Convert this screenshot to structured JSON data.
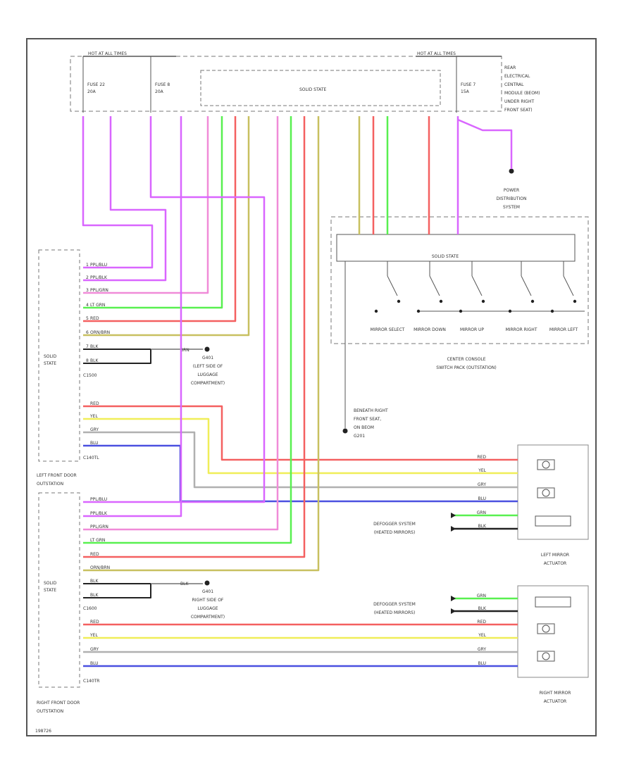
{
  "top": {
    "hot_at_all_times": "HOT AT ALL TIMES",
    "hot_at_all_times_2": "HOT AT ALL TIMES",
    "fuse_a": "FUSE 22",
    "fuse_a_rating": "20A",
    "fuse_b": "FUSE 8",
    "fuse_b_rating": "20A",
    "fuse_c": "FUSE 7",
    "fuse_c_rating": "15A",
    "solid_state": "SOLID STATE",
    "rear_electrical_module": [
      "REAR",
      "ELECTRICAL",
      "CENTRAL",
      "MODULE (BEOM)",
      "UNDER RIGHT",
      "FRONT SEAT)"
    ]
  },
  "power_distribution": [
    "POWER",
    "DISTRIBUTION",
    "SYSTEM"
  ],
  "console": {
    "solid_state": "SOLID STATE",
    "buttons": [
      "MIRROR SELECT",
      "MIRROR DOWN",
      "MIRROR UP",
      "MIRROR RIGHT",
      "MIRROR LEFT"
    ],
    "caption": [
      "CENTER CONSOLE",
      "SWITCH PACK (OUTSTATION)"
    ]
  },
  "left_door": {
    "solid_state": [
      "SOLID",
      "STATE"
    ],
    "connector_1": "C1500",
    "connector_2": "C140TL",
    "caption": [
      "LEFT FRONT DOOR",
      "OUTSTATION"
    ],
    "wires_1": [
      "PPL/BLU",
      "PPL/BLK",
      "PPL/GRN",
      "LT GRN",
      "RED",
      "ORN/BRN",
      "BLK",
      "BLK"
    ],
    "wires_2": [
      "RED",
      "YEL",
      "GRY",
      "BLU"
    ],
    "ground_wire": "BRN",
    "ground": [
      "G401",
      "(LEFT SIDE OF",
      "LUGGAGE",
      "COMPARTMENT)"
    ]
  },
  "right_door": {
    "solid_state": [
      "SOLID",
      "STATE"
    ],
    "connector_1": "C1600",
    "connector_2": "C140TR",
    "caption": [
      "RIGHT FRONT DOOR",
      "OUTSTATION"
    ],
    "wires_1": [
      "PPL/BLU",
      "PPL/BLK",
      "PPL/GRN",
      "LT GRN",
      "RED",
      "ORN/BRN",
      "BLK",
      "BLK"
    ],
    "wires_2": [
      "RED",
      "YEL",
      "GRY",
      "BLU"
    ],
    "ground_wire": "BLK",
    "ground": [
      "G401",
      "RIGHT SIDE OF",
      "LUGGAGE",
      "COMPARTMENT)"
    ]
  },
  "beneath_seat": [
    "BENEATH RIGHT",
    "FRONT SEAT,",
    "ON BEOM",
    "G201"
  ],
  "left_mirror": {
    "wires": [
      "RED",
      "YEL",
      "GRY",
      "BLU"
    ],
    "defogger": [
      "DEFOGGER SYSTEM",
      "(HEATED MIRRORS)"
    ],
    "defog_wires": [
      "GRN",
      "BLK"
    ],
    "caption": [
      "LEFT MIRROR",
      "ACTUATOR"
    ]
  },
  "right_mirror": {
    "wires": [
      "RED",
      "YEL",
      "GRY",
      "BLU"
    ],
    "defogger": [
      "DEFOGGER SYSTEM",
      "(HEATED MIRRORS)"
    ],
    "defog_wires": [
      "GRN",
      "BLK"
    ],
    "caption": [
      "RIGHT MIRROR",
      "ACTUATOR"
    ]
  },
  "footer_code": "198726",
  "colors": {
    "purple": "#d966ff",
    "pink": "#f08bd8",
    "green": "#58f050",
    "red": "#f46060",
    "khaki": "#c8c060",
    "yellow": "#f0ee58",
    "gray": "#b0b0b0",
    "blue": "#4a50e0",
    "black": "#222222"
  }
}
